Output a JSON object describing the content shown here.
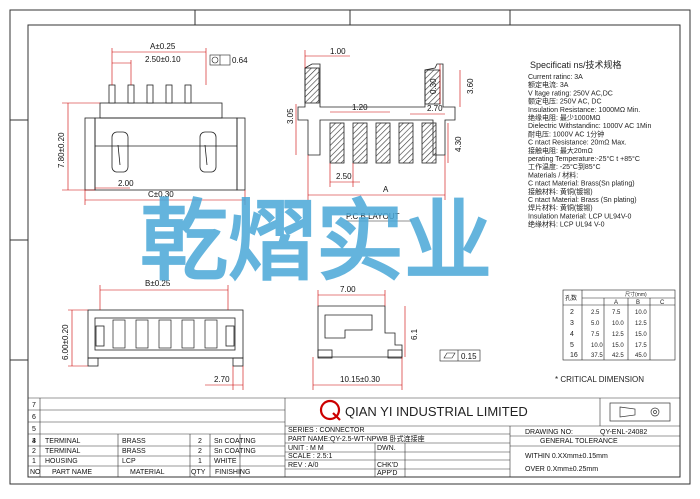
{
  "drawing": {
    "dims_front": {
      "a": "A±0.25",
      "pitch": "2.50±0.10",
      "pin": "0.64",
      "height": "7.80±0.20",
      "offset": "2.00",
      "c": "C±0.30"
    },
    "dims_pcb": {
      "d1": "1.00",
      "d2": "0.30",
      "d3": "3.60",
      "d4": "3.05",
      "d5": "1.20",
      "d6": "2.70",
      "d7": "4.30",
      "d8": "2.50",
      "a": "A",
      "label": "P.C.B LAYOUT"
    },
    "dims_bottom": {
      "b": "B±0.25",
      "h": "6.00±0.20",
      "w": "2.70"
    },
    "dims_side": {
      "w": "7.00",
      "h": "6.1",
      "len": "10.15±0.30",
      "flat": "0.15"
    },
    "specs": {
      "title": "Specificati  ns/技术规格",
      "lines": [
        "Current ratinc: 3A",
        "额定电流:     3A",
        "V ltage rating: 250V AC,DC",
        "额定电压:  250V  AC, DC",
        "Insulation Resistance: 1000MΩ Min.",
        "绝缘电阻: 最少1000MΩ",
        "Dielectric Withstandinc:   1000V AC  1Min",
        "耐电压: 1000V  AC  1分钟",
        "C ntact Resistance:   20mΩ Max.",
        "接触电阻: 最大20mΩ",
        "perating Temperature:-25°C t  +85°C",
        "工作温度: -25°C到85°C",
        "Materials / 材料:",
        "C ntact Material: Brass(Sn plating)",
        "接触材料: 黄铜(镀锡)",
        "C ntact Material:  Brass     (Sn plating)",
        "焊片材料: 黄铜(镀锡)",
        "Insulation Material: LCP UL94V-0",
        "绝缘材料: LCP  UL94  V-0"
      ]
    },
    "table": {
      "header": [
        "孔数",
        "尺寸(mm)"
      ],
      "cols": [
        "A",
        "B",
        "C"
      ],
      "rows": [
        [
          "2",
          "2.5",
          "7.5",
          "10.0"
        ],
        [
          "3",
          "5.0",
          "10.0",
          "12.5"
        ],
        [
          "4",
          "7.5",
          "12.5",
          "15.0"
        ],
        [
          "5",
          "10.0",
          "15.0",
          "17.5"
        ],
        [
          "16",
          "37.5",
          "42.5",
          "45.0"
        ]
      ]
    },
    "critical": "* CRITICAL DIMENSION",
    "watermark": "乾熠实业"
  },
  "title_block": {
    "company": "QIAN YI INDUSTRIAL LIMITED",
    "drawing_no_label": "DRAWING NO:",
    "drawing_no": "QY-ENL-24082",
    "series": "SERIES : CONNECTOR",
    "part_name": "PART NAME:QY-2.5-WT-NPWB 卧式连接座",
    "unit": "UNIT : M M",
    "scale": "SCALE : 2.5:1",
    "rev": "REV   : A/0",
    "dwn": "DWN.",
    "chkd": "CHK'D",
    "appd": "APP'D",
    "tol_title": "GENERAL TOLERANCE",
    "tol1": "WITHIN 0.XXmm±0.15mm",
    "tol2": "OVER   0.Xmm±0.25mm",
    "bom_header": [
      "NO",
      "PART NAME",
      "MATERIAL",
      "QTY",
      "FINISHING"
    ],
    "bom": [
      {
        "no": "3",
        "name": "TERMINAL",
        "mat": "BRASS",
        "qty": "2",
        "fin": "Sn COATING"
      },
      {
        "no": "2",
        "name": "TERMINAL",
        "mat": "BRASS",
        "qty": "2",
        "fin": "Sn COATING"
      },
      {
        "no": "1",
        "name": "HOUSING",
        "mat": "LCP",
        "qty": "1",
        "fin": "WHITE"
      }
    ],
    "rownums": [
      "7",
      "6",
      "5",
      "4"
    ]
  }
}
